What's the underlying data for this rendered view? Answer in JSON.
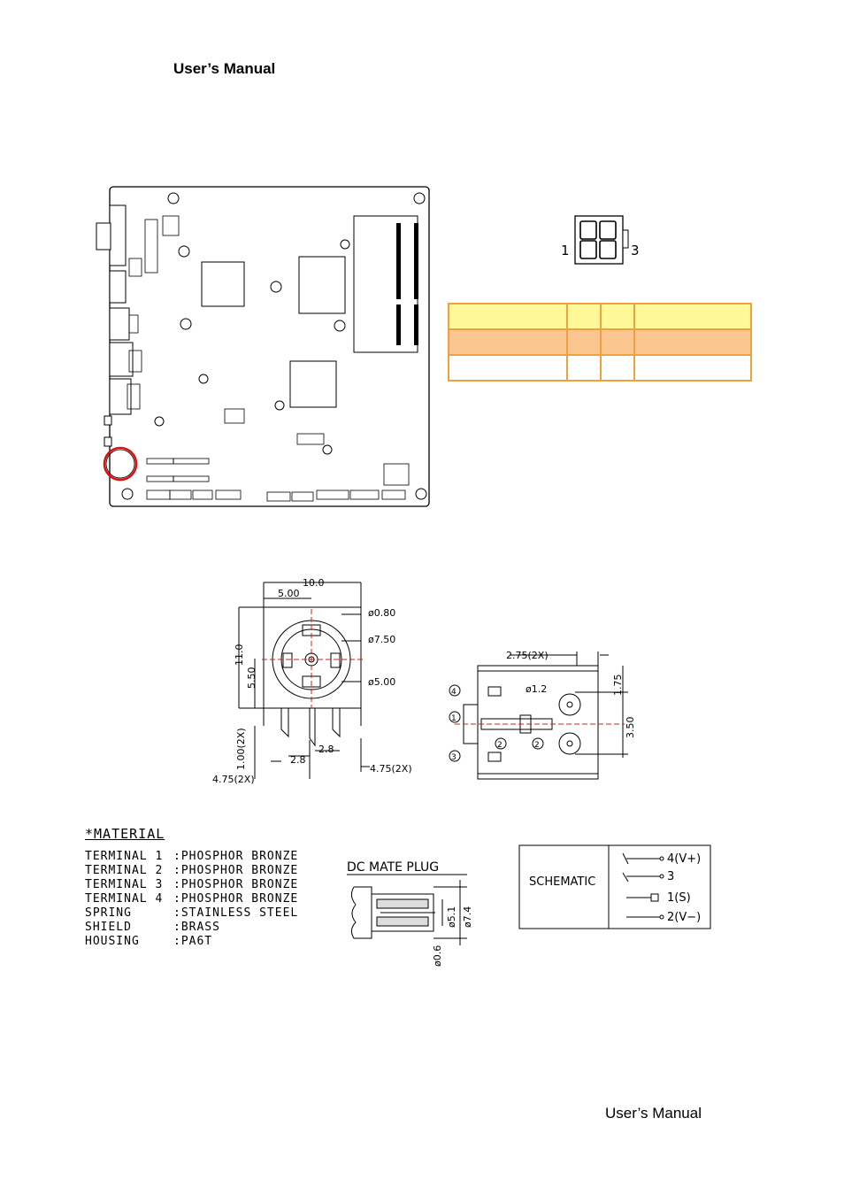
{
  "header": {
    "title": "User’s Manual"
  },
  "footer": {
    "title": "User’s Manual"
  },
  "connector": {
    "pin_left": "1",
    "pin_right": "3"
  },
  "pin_table": {
    "rows": 3,
    "cols": 4
  },
  "dimensions": {
    "width_total": "10.0",
    "half_width": "5.00",
    "height_total": "11.0",
    "half_height": "5.50",
    "hole_small": "ø0.80",
    "hole_outer": "ø7.50",
    "hole_inner": "ø5.00",
    "pitch_a": "2.8",
    "pitch_b": "2.8",
    "offset_1": "1.00(2X)",
    "offset_2": "4.75(2X)",
    "offset_3": "4.75(2X)",
    "side_top": "2.75(2X)",
    "side_hole": "ø1.2",
    "side_v1": "1.75",
    "side_v2": "3.50",
    "term_1": "1",
    "term_2": "2",
    "term_3": "3",
    "term_4": "4"
  },
  "material": {
    "title": "*MATERIAL",
    "items": [
      {
        "part": "TERMINAL 1",
        "value": ":PHOSPHOR BRONZE"
      },
      {
        "part": "TERMINAL 2",
        "value": ":PHOSPHOR BRONZE"
      },
      {
        "part": "TERMINAL 3",
        "value": ":PHOSPHOR BRONZE"
      },
      {
        "part": "TERMINAL 4",
        "value": ":PHOSPHOR BRONZE"
      },
      {
        "part": "SPRING",
        "value": ":STAINLESS STEEL"
      },
      {
        "part": "SHIELD",
        "value": ":BRASS"
      },
      {
        "part": "HOUSING",
        "value": ":PA6T"
      }
    ]
  },
  "plug": {
    "title": "DC MATE PLUG",
    "d1": "ø5.1",
    "d2": "ø7.4",
    "d3": "ø0.6"
  },
  "schematic": {
    "label": "SCHEMATIC",
    "pins": [
      "4(V+)",
      "3",
      "1(S)",
      "2(V−)"
    ]
  },
  "colors": {
    "highlight_circle": "#e01010",
    "table_border": "#f0a040",
    "row_header": "#fff899",
    "row_shade": "#fcc691",
    "centerline": "#d02020"
  }
}
